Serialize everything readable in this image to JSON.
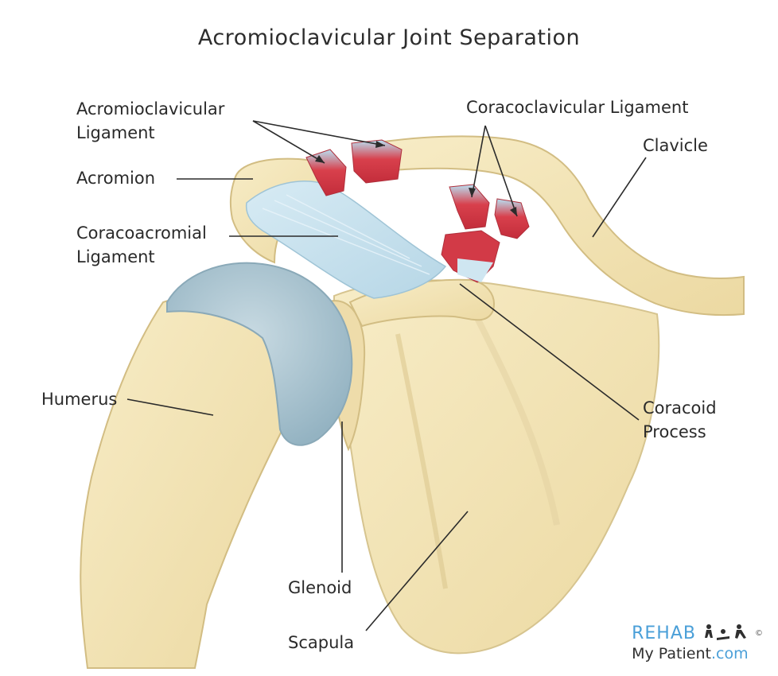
{
  "title": "Acromioclavicular Joint Separation",
  "labels": {
    "ac_ligament": [
      "Acromioclavicular",
      "Ligament"
    ],
    "cc_ligament": "Coracoclavicular Ligament",
    "clavicle": "Clavicle",
    "acromion": "Acromion",
    "coracoacromial": [
      "Coracoacromial",
      "Ligament"
    ],
    "humerus": "Humerus",
    "coracoid": [
      "Coracoid",
      "Process"
    ],
    "glenoid": "Glenoid",
    "scapula": "Scapula"
  },
  "logo": {
    "line1": "REHAB",
    "line2_a": "My Patient",
    "line2_b": ".com",
    "copyright": "©",
    "figures_icon": "exercise-figures-icon"
  },
  "colors": {
    "bone": "#f2e3b6",
    "bone_shade": "#d9c48a",
    "cartilage": "#a9c3cf",
    "ligament": "#c9e3ef",
    "torn_ligament": "#d23a47",
    "logo_blue": "#4a9fd8"
  }
}
